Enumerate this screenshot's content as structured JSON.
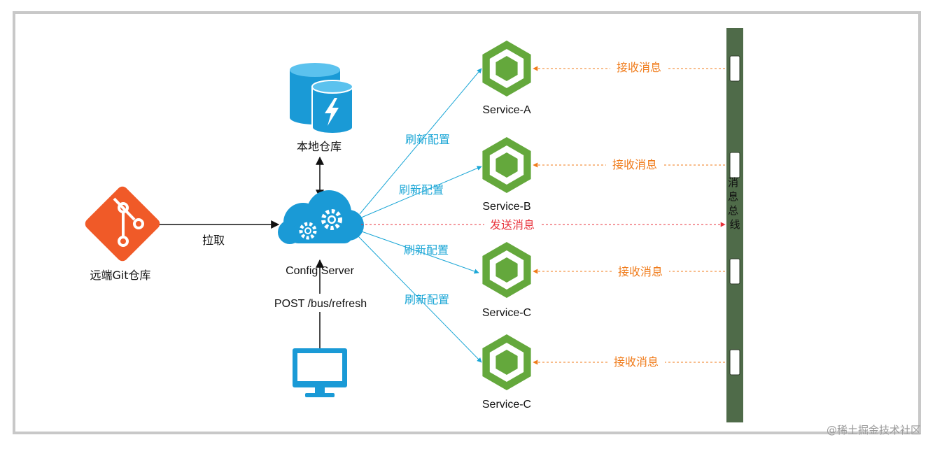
{
  "nodes": {
    "remote_git": "远端Git仓库",
    "local_repo": "本地仓库",
    "config_server": "Config Server",
    "post_refresh": "POST /bus/refresh",
    "service_a": "Service-A",
    "service_b": "Service-B",
    "service_c1": "Service-C",
    "service_c2": "Service-C",
    "message_bus": "消息总线"
  },
  "edges": {
    "pull": "拉取",
    "refresh_a": "刷新配置",
    "refresh_b": "刷新配置",
    "refresh_c1": "刷新配置",
    "refresh_c2": "刷新配置",
    "send_message": "发送消息",
    "receive_a": "接收消息",
    "receive_b": "接收消息",
    "receive_c1": "接收消息",
    "receive_c2": "接收消息"
  },
  "watermark": "@稀土掘金技术社区",
  "colors": {
    "git": "#f05a28",
    "cloud_blue": "#1a9ad6",
    "service_green": "#64a83c",
    "refresh_blue": "#1aa6d6",
    "receive_orange": "#f07b1a",
    "send_red": "#e8333c",
    "bus_green": "#4f6b49"
  }
}
